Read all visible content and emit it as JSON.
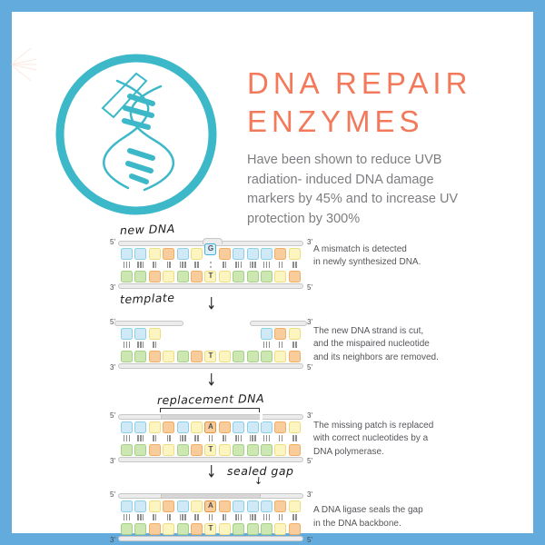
{
  "page": {
    "frame_color": "#63abdc",
    "background": "#ffffff"
  },
  "header": {
    "icon_name": "dna-helix-icon",
    "icon_color": "#3cb8c9",
    "title_lines": [
      "DNA REPAIR",
      "ENZYMES"
    ],
    "title_color": "#f3795b",
    "subtitle_lines": [
      "Have been shown to reduce UVB",
      "radiation- induced DNA damage",
      "markers by 45% and to increase UV",
      "protection by 300%"
    ]
  },
  "legend_colors": {
    "blue": {
      "fill": "#cfeaf6",
      "border": "#8ccfe6"
    },
    "green": {
      "fill": "#cde7b2",
      "border": "#a6d086"
    },
    "yellow": {
      "fill": "#fdf5c0",
      "border": "#ecdd86"
    },
    "orange": {
      "fill": "#f9cd9b",
      "border": "#efae66"
    },
    "mismatch_fill": "#d8effa",
    "mismatch_border": "#49b0d8",
    "backbone_fill": "#ececec",
    "backbone_border": "#c6c6c6",
    "backbone_patch_fill": "#d6d6d6",
    "bond_color": "#8e8e8e"
  },
  "diagram": {
    "arrow_glyph": "↓",
    "steps": [
      {
        "annotation_above": "new DNA",
        "annotation_below": "template",
        "top_ends": [
          "5'",
          "3'"
        ],
        "bottom_ends": [
          "3'",
          "5'"
        ],
        "top_bar": {
          "type": "full",
          "bump": true
        },
        "top_squares": [
          "blue",
          "blue",
          "yellow",
          "orange",
          "blue",
          "yellow",
          {
            "color": "blue",
            "letter": "G",
            "variant": "mismatch"
          },
          "orange",
          "blue",
          "blue",
          "blue",
          "orange",
          "yellow"
        ],
        "bonds": [
          3,
          3,
          2,
          2,
          3,
          2,
          "dots",
          2,
          3,
          3,
          3,
          2,
          2
        ],
        "bottom_squares": [
          "green",
          "green",
          "orange",
          "yellow",
          "green",
          "orange",
          {
            "color": "yellow",
            "letter": "T"
          },
          "yellow",
          "green",
          "green",
          "green",
          "yellow",
          "orange"
        ],
        "caption_lines": [
          "A mismatch is detected",
          "in newly synthesized DNA."
        ],
        "arrow_after": {
          "type": "plain"
        }
      },
      {
        "top_ends": [
          "5'",
          "3'"
        ],
        "bottom_ends": [
          "3'",
          "5'"
        ],
        "top_bar": {
          "type": "fragments"
        },
        "top_squares": [
          "blue",
          "blue",
          "yellow",
          null,
          null,
          null,
          null,
          null,
          null,
          null,
          "blue",
          "orange",
          "yellow"
        ],
        "bonds": [
          3,
          3,
          2,
          0,
          0,
          0,
          0,
          0,
          0,
          0,
          3,
          2,
          2
        ],
        "bottom_squares": [
          "green",
          "green",
          "orange",
          "yellow",
          "green",
          "orange",
          {
            "color": "yellow",
            "letter": "T"
          },
          "yellow",
          "green",
          "green",
          "green",
          "yellow",
          "orange"
        ],
        "caption_lines": [
          "The new DNA strand is cut,",
          "and the mispaired nucleotide",
          "and its neighbors are removed."
        ],
        "arrow_after": {
          "type": "plain"
        }
      },
      {
        "annotation_above": "replacement DNA",
        "bracket": true,
        "top_ends": [
          "5'",
          "3'"
        ],
        "bottom_ends": [
          "3'",
          "5'"
        ],
        "top_bar": {
          "type": "patched",
          "gap_after_patch": true
        },
        "top_squares": [
          "blue",
          "blue",
          "yellow",
          "orange",
          "blue",
          "yellow",
          {
            "color": "orange",
            "letter": "A",
            "variant": "replacement"
          },
          "orange",
          "blue",
          "blue",
          "blue",
          "orange",
          "yellow"
        ],
        "bonds": [
          3,
          3,
          2,
          2,
          3,
          2,
          2,
          2,
          3,
          3,
          3,
          2,
          2
        ],
        "bottom_squares": [
          "green",
          "green",
          "orange",
          "yellow",
          "green",
          "orange",
          {
            "color": "yellow",
            "letter": "T"
          },
          "yellow",
          "green",
          "green",
          "green",
          "yellow",
          "orange"
        ],
        "caption_lines": [
          "The missing patch is replaced",
          "with correct nucleotides by a",
          "DNA polymerase."
        ],
        "arrow_after": {
          "type": "labeled",
          "label": "sealed gap"
        }
      },
      {
        "top_ends": [
          "5'",
          "3'"
        ],
        "bottom_ends": [
          "3'",
          "5'"
        ],
        "top_bar": {
          "type": "patched",
          "gap_after_patch": false
        },
        "top_squares": [
          "blue",
          "blue",
          "yellow",
          "orange",
          "blue",
          "yellow",
          {
            "color": "orange",
            "letter": "A",
            "variant": "replacement"
          },
          "orange",
          "blue",
          "blue",
          "blue",
          "orange",
          "yellow"
        ],
        "bonds": [
          3,
          3,
          2,
          2,
          3,
          2,
          2,
          2,
          3,
          3,
          3,
          2,
          2
        ],
        "bottom_squares": [
          "green",
          "green",
          "orange",
          "yellow",
          "green",
          "orange",
          {
            "color": "yellow",
            "letter": "T"
          },
          "yellow",
          "green",
          "green",
          "green",
          "yellow",
          "orange"
        ],
        "caption_lines": [
          "A DNA ligase seals the gap",
          "in the DNA backbone."
        ],
        "arrow_after": null
      }
    ]
  }
}
